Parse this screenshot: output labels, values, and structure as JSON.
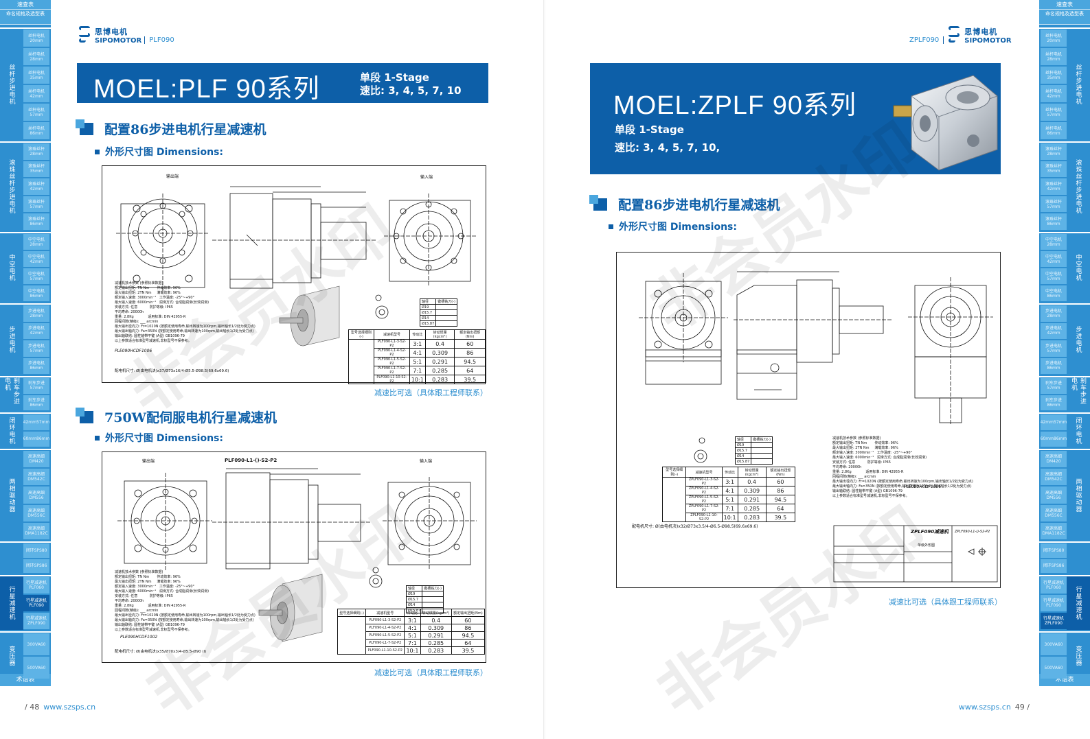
{
  "nav_tabs": {
    "top": "速查表",
    "sub": "命名规格及选型表",
    "bottom": "术语表",
    "groups": [
      {
        "label": "丝杆步进电机",
        "items": [
          "丝杆电机20mm",
          "丝杆电机28mm",
          "丝杆电机35mm",
          "丝杆电机42mm",
          "丝杆电机57mm",
          "丝杆电机86mm"
        ]
      },
      {
        "label": "滚珠丝杆步进电机",
        "items": [
          "滚珠丝杆28mm",
          "滚珠丝杆35mm",
          "滚珠丝杆42mm",
          "滚珠丝杆57mm",
          "滚珠丝杆86mm"
        ]
      },
      {
        "label": "中空电机",
        "items": [
          "中空电机28mm",
          "中空电机42mm",
          "中空电机57mm",
          "中空电机86mm"
        ]
      },
      {
        "label": "步进电机",
        "items": [
          "步进电机28mm",
          "步进电机42mm",
          "步进电机57mm",
          "步进电机86mm"
        ]
      },
      {
        "label": "刹车步进电机",
        "items": [
          "刹车步进57mm",
          "刹车步进86mm"
        ]
      },
      {
        "label": "闭环电机",
        "items": [
          "42mm57mm",
          "60mm86mm"
        ]
      },
      {
        "label": "两相驱动器",
        "items": [
          "高速高细DM420",
          "高速高细DM542C",
          "高速高细DM556",
          "高速高细DM556C",
          "高速高细DMA1182C"
        ]
      },
      {
        "label": "",
        "items": [
          "闭环SPS80",
          "闭环SPS86"
        ]
      },
      {
        "label": "行星减速机",
        "items": [
          "行星减速机PLF060",
          "行星减速机PLF090",
          "行星减速机ZPLF090"
        ]
      },
      {
        "label": "变压器",
        "items": [
          "300VA60",
          "500VA60"
        ]
      }
    ]
  },
  "left_page": {
    "logo_cn": "思博电机",
    "logo_en": "SIPOMOTOR",
    "model": "PLF090",
    "title": "MOEL:PLF  90系列",
    "stage": "单段 1-Stage",
    "ratio": "速比: 3, 4, 5, 7, 10",
    "section1": "配置86步进电机行星减速机",
    "section2": "750W配伺服电机行星减速机",
    "dimensions_label": "外形尺寸图 Dimensions:",
    "note": "减速比可选（具体跟工程师联系）",
    "page_number": "/ 48",
    "website": "www.szsps.cn",
    "drawing1": {
      "label_out": "输出端",
      "label_in": "输入端",
      "code": "PLE090HCDF1006",
      "flange": "配电机尺寸: Ø(由电机决)x37/Ø73x16/4-Ø5.5-Ø98.5(69.6x69.6)",
      "table_rows": [
        [
          "PLF090-L1-3-S2-P2",
          "3:1",
          "0.4",
          "60"
        ],
        [
          "PLF090-L1-4-S2-P2",
          "4:1",
          "0.309",
          "86"
        ],
        [
          "PLF090-L1-5-S2-P2",
          "5:1",
          "0.291",
          "94.5"
        ],
        [
          "PLF090-L1-7-S2-P2",
          "7:1",
          "0.285",
          "64"
        ],
        [
          "PLF090-L1-10-S2-P2",
          "10:1",
          "0.283",
          "39.5"
        ]
      ]
    },
    "drawing2": {
      "title": "PLF090-L1-()-S2-P2",
      "label_out": "输出端",
      "label_in": "输入端",
      "code": "PLE090HCDF1002",
      "flange": "配电机尺寸: Ø(由电机决)x35/Ø70x3/4-Ø5.5-Ø90 (I)",
      "table_rows": [
        [
          "PLF090-L1-3-S2-P2",
          "3:1",
          "0.4",
          "60"
        ],
        [
          "PLF090-L1-4-S2-P2",
          "4:1",
          "0.309",
          "86"
        ],
        [
          "PLF090-L1-5-S2-P2",
          "5:1",
          "0.291",
          "94.5"
        ],
        [
          "PLF090-L1-7-S2-P2",
          "7:1",
          "0.285",
          "64"
        ],
        [
          "PLF090-L1-10-S2-P2",
          "10:1",
          "0.283",
          "39.5"
        ]
      ]
    }
  },
  "right_page": {
    "logo_cn": "思博电机",
    "logo_en": "SIPOMOTOR",
    "model": "ZPLF090",
    "title": "MOEL:ZPLF  90系列",
    "stage": "单段 1-Stage",
    "ratio": "速比: 3, 4, 5, 7, 10,",
    "section1": "配置86步进电机行星减速机",
    "dimensions_label": "外形尺寸图 Dimensions:",
    "note": "减速比可选（具体跟工程师联系）",
    "page_number": "49 /",
    "website": "www.szsps.cn",
    "drawing": {
      "code": "PLE090HCDF1006",
      "flange": "配电机尺寸: Ø(由电机决)x32/Ø73x3.5/4-Ø6.5-Ø98.5(69.6x69.6)",
      "title_block": "ZPLF090减速机",
      "title_block2": "单级外形图",
      "title_block_code": "ZPLF090-L1-()-S2-P2",
      "table_rows": [
        [
          "ZPLF090-L1-3-S2-P2",
          "3:1",
          "0.4",
          "60"
        ],
        [
          "ZPLF090-L1-4-S2-P2",
          "4:1",
          "0.309",
          "86"
        ],
        [
          "ZPLF090-L1-5-S2-P2",
          "5:1",
          "0.291",
          "94.5"
        ],
        [
          "ZPLF090-L1-7-S2-P2",
          "7:1",
          "0.285",
          "64"
        ],
        [
          "ZPLF090-L1-10-S2-P2",
          "10:1",
          "0.283",
          "39.5"
        ]
      ]
    }
  },
  "table_headers": [
    "型号选择细则(-)",
    "减速机型号",
    "传动比",
    "转动惯量(kgcm²)",
    "额定输出扭矩(Nm)"
  ],
  "sym_rows": [
    "Ø19",
    "Ø15.7",
    "Ø14",
    "Ø15.87"
  ],
  "sym_header": [
    "轴径",
    "键槽铣刀(-)"
  ],
  "spec_text": "减速机技术参数 (参照标准数据)\n额定输出扭矩: TN Nm       传动效率: 96%\n最大输出扭矩: 2TN Nm     满载效率: 96%\n额定输入速度: 3000min⁻¹   工作温度: -25°~+90°\n最大输入速度: 6000min⁻¹   润滑方式: 合成脂润滑(长效润滑)\n安装方式: 任意           防护等级: IP65\n平均寿命: 20000h\n重量: 2.8Kg             适用标准: DIN 42955-R\n回程间隙(精级): ___ arcmin\n最大输出径向力: Fr=1020N (按额定使用寿命,输出转速为100rpm,输出轴长1/2处为受力点)\n最大输出轴向力: Fa=350N (按额定使用寿命,输出转速为100rpm,输出轴长1/2处为受力点)\n输出轴联结: 圆柱轴带平键 (A型) GB1096-79\n以上参数适合标准型号减速机,非标型号不保参考。",
  "watermark": "非会员水印"
}
